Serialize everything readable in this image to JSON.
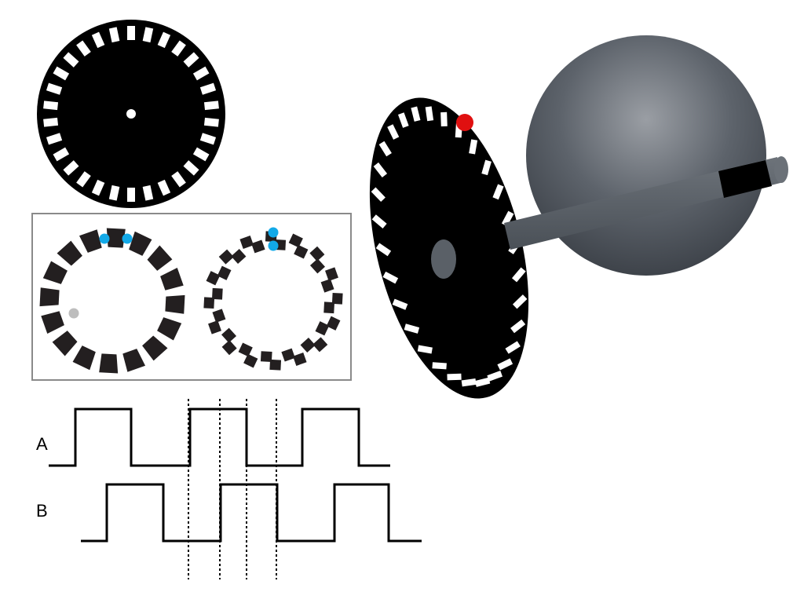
{
  "signals": {
    "a_label": "A",
    "b_label": "B"
  },
  "colors": {
    "sensor_blue": "#12a9e8",
    "sensor_gray": "#bdbdbd",
    "sensor_red": "#e01010",
    "disc": "#000000",
    "block": "#231f20",
    "frame": "#8a8a8a"
  },
  "disc_slot_count": 30,
  "ring_block_count": 16
}
